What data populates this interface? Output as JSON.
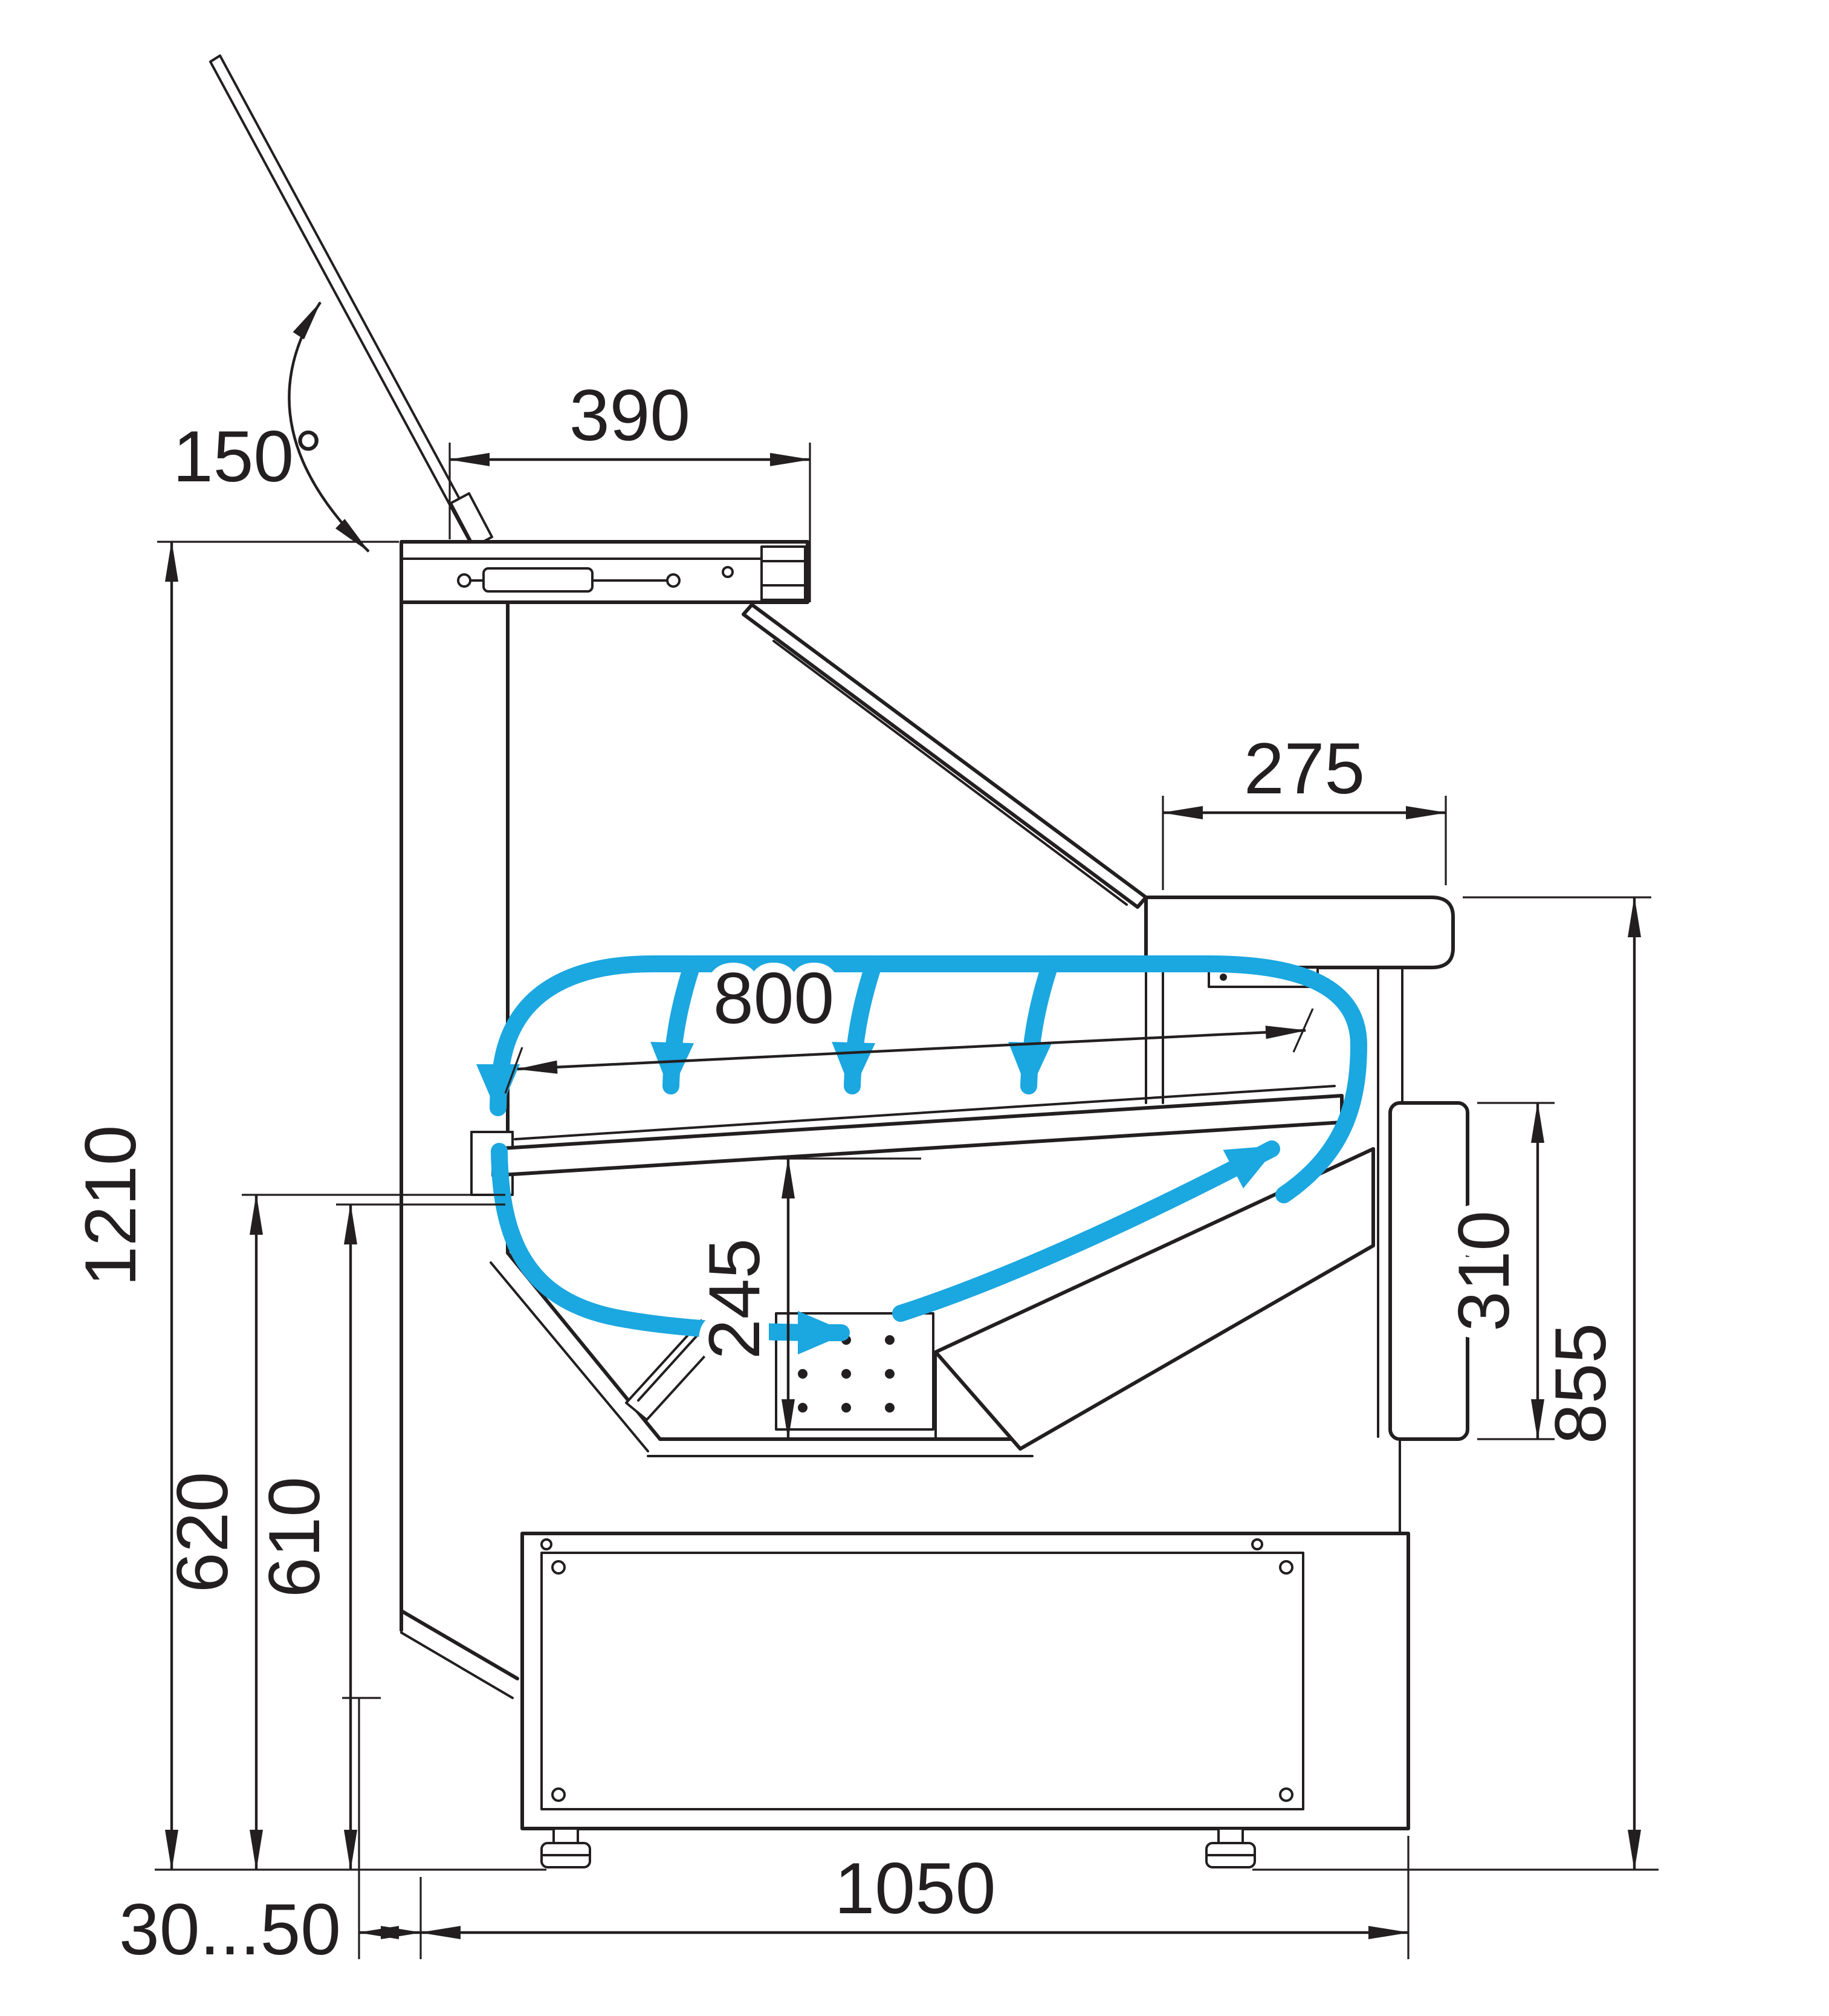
{
  "drawing": {
    "type": "technical-side-section",
    "subject": "refrigerated-display-counter-with-airflow",
    "colors": {
      "line": "#231f20",
      "airflow": "#1ba7e0",
      "background": "#ffffff"
    },
    "dimensions": {
      "top_width": "390",
      "lid_open_angle": "150°",
      "counter_shelf_depth": "275",
      "display_opening_width": "800",
      "overall_height": "1210",
      "well_height": "245",
      "side_panel_height": "310",
      "worktop_height": "855",
      "deck_height_front": "620",
      "deck_height_inner": "610",
      "foot_adjustment": "30...50",
      "base_length": "1050"
    }
  }
}
